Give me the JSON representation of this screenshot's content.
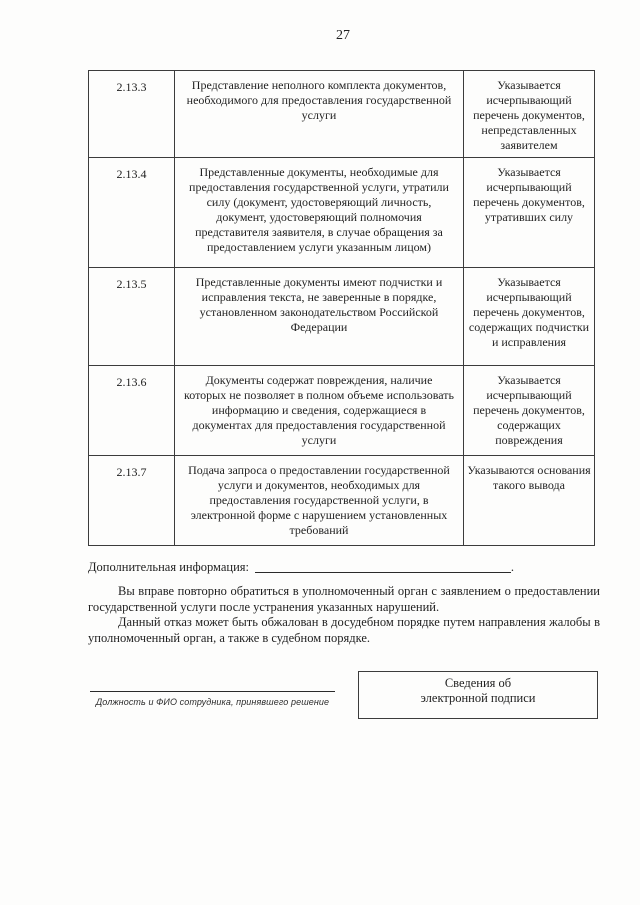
{
  "page": {
    "number": "27"
  },
  "colors": {
    "ink": "#1f1f1f",
    "border": "#3c3c3c",
    "background": "#fdfdfc"
  },
  "table": {
    "rows": [
      {
        "num": "2.13.3",
        "description": "Представление неполного комплекта документов, необходимого для предоставления государственной услуги",
        "note": "Указывается исчерпывающий перечень документов, непредставленных заявителем"
      },
      {
        "num": "2.13.4",
        "description": "Представленные документы, необходимые для предоставления государственной услуги, утратили силу (документ, удостоверяющий личность, документ, удостоверяющий полномочия представителя заявителя, в случае обращения за предоставлением услуги указанным лицом)",
        "note": "Указывается исчерпывающий перечень документов, утративших силу"
      },
      {
        "num": "2.13.5",
        "description": "Представленные документы имеют подчистки и исправления текста, не заверенные в порядке, установленном законодательством Российской Федерации",
        "note": "Указывается исчерпывающий перечень документов, содержащих подчистки и исправления"
      },
      {
        "num": "2.13.6",
        "description": "Документы содержат повреждения, наличие которых не позволяет в полном объеме использовать информацию и сведения, содержащиеся в документах для предоставления государственной услуги",
        "note": "Указывается исчерпывающий перечень документов, содержащих повреждения"
      },
      {
        "num": "2.13.7",
        "description": "Подача запроса о предоставлении государственной услуги и документов, необходимых для предоставления государственной услуги, в электронной форме с нарушением установленных требований",
        "note": "Указываются основания такого вывода"
      }
    ]
  },
  "additional_info": {
    "label": "Дополнительная информация:",
    "value": "",
    "suffix": "."
  },
  "paragraphs": [
    "Вы вправе повторно обратиться в уполномоченный орган с заявлением о предоставлении государственной услуги после устранения указанных нарушений.",
    "Данный отказ может быть обжалован в досудебном порядке путем направления жалобы в уполномоченный орган, а также в судебном порядке."
  ],
  "signature": {
    "caption": "Должность и ФИО сотрудника, принявшего решение"
  },
  "esign_box": {
    "line1": "Сведения об",
    "line2": "электронной подписи"
  }
}
